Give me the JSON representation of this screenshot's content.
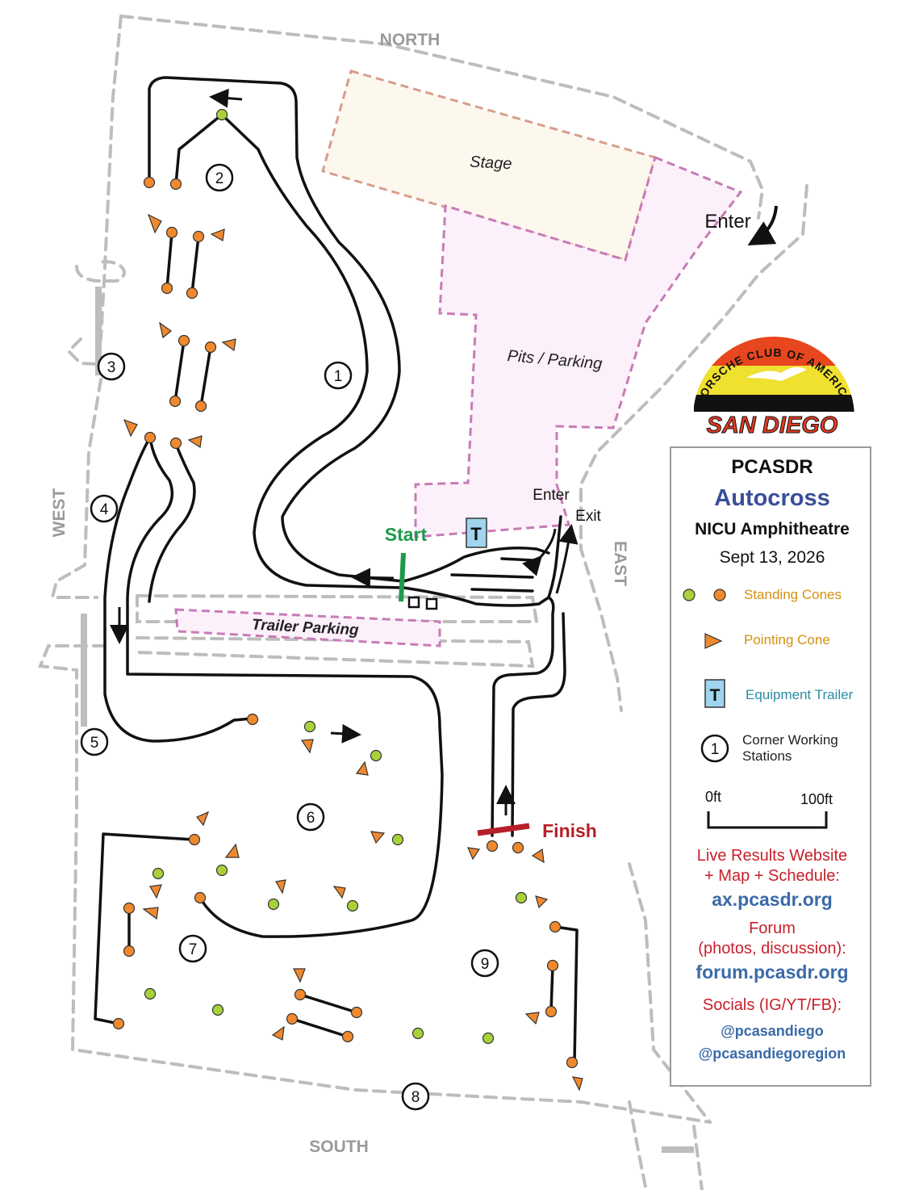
{
  "compass": {
    "north": "NORTH",
    "south": "SOUTH",
    "east": "EAST",
    "west": "WEST"
  },
  "areas": {
    "stage": "Stage",
    "pits": "Pits / Parking",
    "trailer_parking": "Trailer Parking"
  },
  "labels": {
    "enter_top": "Enter",
    "enter_small": "Enter",
    "exit": "Exit",
    "start": "Start",
    "finish": "Finish",
    "trailer_marker": "T"
  },
  "stations": [
    "1",
    "2",
    "3",
    "4",
    "5",
    "6",
    "7",
    "8",
    "9"
  ],
  "logo": {
    "arc_text": "PORSCHE CLUB OF AMERICA",
    "city": "SAN DIEGO"
  },
  "legend": {
    "title1": "PCASDR",
    "title2": "Autocross",
    "venue": "NICU Amphitheatre",
    "date": "Sept 13, 2026",
    "standing_cones": "Standing Cones",
    "pointing_cone": "Pointing Cone",
    "trailer_marker": "T",
    "equipment_trailer": "Equipment Trailer",
    "station_example": "1",
    "corner_line1": "Corner Working",
    "corner_line2": "Stations",
    "scale_0": "0ft",
    "scale_100": "100ft",
    "live_line1": "Live Results Website",
    "live_line2": "+ Map + Schedule:",
    "live_url": "ax.pcasdr.org",
    "forum_title": "Forum",
    "forum_sub": "(photos, discussion):",
    "forum_url": "forum.pcasdr.org",
    "socials_title": "Socials (IG/YT/FB):",
    "social1": "@pcasandiego",
    "social2": "@pcasandiegoregion"
  },
  "colors": {
    "cone_orange": "#f0892e",
    "cone_green": "#a9d13a",
    "start_green": "#1d9a4a",
    "finish_red": "#b5202a",
    "title_blue": "#3a4f9a",
    "link_blue": "#3b6aa8",
    "red_text": "#c8202a",
    "cone_text": "#d4900f",
    "trailer_text": "#2b8ca6",
    "trailer_fill": "#9fd5ef",
    "boundary_gray": "#b8b8b8",
    "pink_dash": "#c77bb7",
    "stage_dash": "#d9a090"
  }
}
